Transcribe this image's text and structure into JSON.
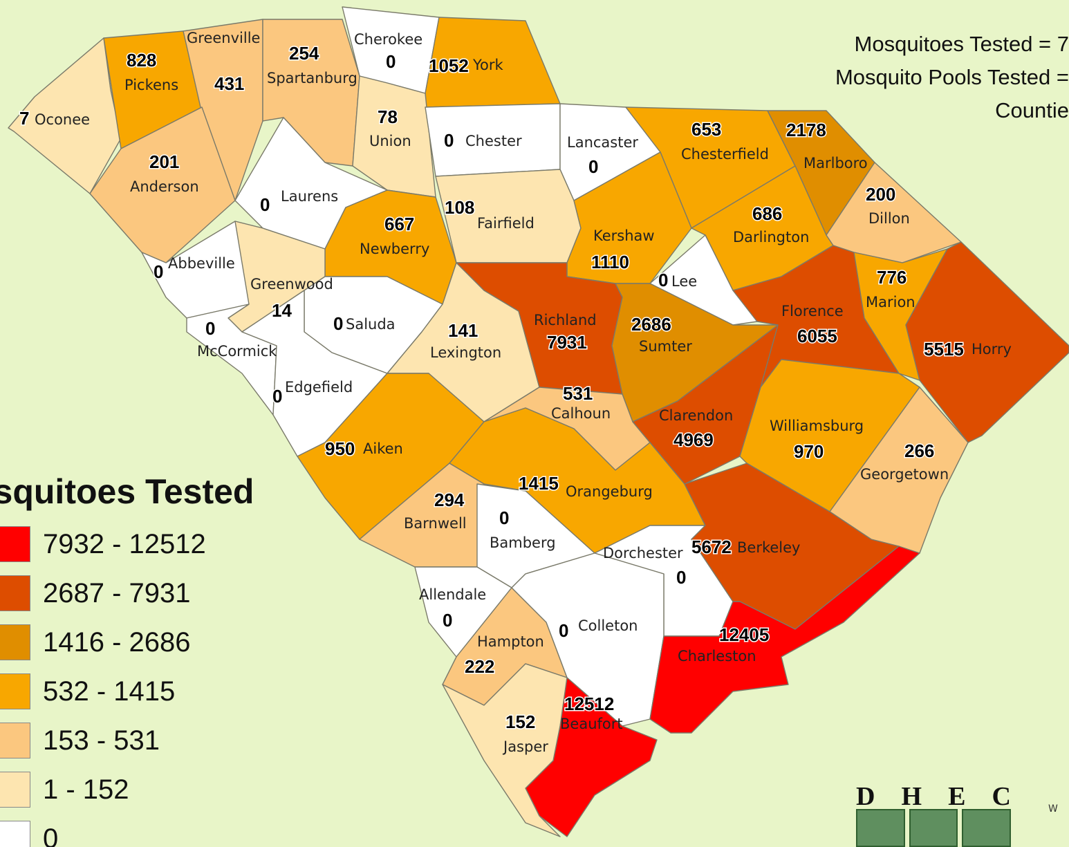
{
  "map": {
    "background_color": "#e8f5c8",
    "stats": [
      "Mosquitoes Tested = 7",
      "Mosquito Pools Tested =",
      "Countie"
    ],
    "counties": [
      {
        "id": "oconee",
        "name": "Oconee",
        "value": "7",
        "fill": "#fde5b0"
      },
      {
        "id": "pickens",
        "name": "Pickens",
        "value": "828",
        "fill": "#f8a700"
      },
      {
        "id": "greenville",
        "name": "Greenville",
        "value": "431",
        "fill": "#fbc77f"
      },
      {
        "id": "spartanburg",
        "name": "Spartanburg",
        "value": "254",
        "fill": "#fbc77f"
      },
      {
        "id": "cherokee",
        "name": "Cherokee",
        "value": "0",
        "fill": "#ffffff"
      },
      {
        "id": "york",
        "name": "York",
        "value": "1052",
        "fill": "#f8a700"
      },
      {
        "id": "union",
        "name": "Union",
        "value": "78",
        "fill": "#fde5b0"
      },
      {
        "id": "chester",
        "name": "Chester",
        "value": "0",
        "fill": "#ffffff"
      },
      {
        "id": "lancaster",
        "name": "Lancaster",
        "value": "0",
        "fill": "#ffffff"
      },
      {
        "id": "chesterfield",
        "name": "Chesterfield",
        "value": "653",
        "fill": "#f8a700"
      },
      {
        "id": "marlboro",
        "name": "Marlboro",
        "value": "2178",
        "fill": "#e08e00"
      },
      {
        "id": "anderson",
        "name": "Anderson",
        "value": "201",
        "fill": "#fbc77f"
      },
      {
        "id": "laurens",
        "name": "Laurens",
        "value": "0",
        "fill": "#ffffff"
      },
      {
        "id": "newberry",
        "name": "Newberry",
        "value": "667",
        "fill": "#f8a700"
      },
      {
        "id": "fairfield",
        "name": "Fairfield",
        "value": "108",
        "fill": "#fde5b0"
      },
      {
        "id": "kershaw",
        "name": "Kershaw",
        "value": "1110",
        "fill": "#f8a700"
      },
      {
        "id": "darlington",
        "name": "Darlington",
        "value": "686",
        "fill": "#f8a700"
      },
      {
        "id": "dillon",
        "name": "Dillon",
        "value": "200",
        "fill": "#fbc77f"
      },
      {
        "id": "abbeville",
        "name": "Abbeville",
        "value": "0",
        "fill": "#ffffff"
      },
      {
        "id": "greenwood",
        "name": "Greenwood",
        "value": "14",
        "fill": "#fde5b0"
      },
      {
        "id": "mccormick",
        "name": "McCormick",
        "value": "0",
        "fill": "#ffffff"
      },
      {
        "id": "saluda",
        "name": "Saluda",
        "value": "0",
        "fill": "#ffffff"
      },
      {
        "id": "edgefield",
        "name": "Edgefield",
        "value": "0",
        "fill": "#ffffff"
      },
      {
        "id": "lexington",
        "name": "Lexington",
        "value": "141",
        "fill": "#fde5b0"
      },
      {
        "id": "richland",
        "name": "Richland",
        "value": "7931",
        "fill": "#dd4d00"
      },
      {
        "id": "lee",
        "name": "Lee",
        "value": "0",
        "fill": "#ffffff"
      },
      {
        "id": "sumter",
        "name": "Sumter",
        "value": "2686",
        "fill": "#e08e00"
      },
      {
        "id": "florence",
        "name": "Florence",
        "value": "6055",
        "fill": "#dd4d00"
      },
      {
        "id": "marion",
        "name": "Marion",
        "value": "776",
        "fill": "#f8a700"
      },
      {
        "id": "horry",
        "name": "Horry",
        "value": "5515",
        "fill": "#dd4d00"
      },
      {
        "id": "aiken",
        "name": "Aiken",
        "value": "950",
        "fill": "#f8a700"
      },
      {
        "id": "calhoun",
        "name": "Calhoun",
        "value": "531",
        "fill": "#fbc77f"
      },
      {
        "id": "clarendon",
        "name": "Clarendon",
        "value": "4969",
        "fill": "#dd4d00"
      },
      {
        "id": "williamsburg",
        "name": "Williamsburg",
        "value": "970",
        "fill": "#f8a700"
      },
      {
        "id": "georgetown",
        "name": "Georgetown",
        "value": "266",
        "fill": "#fbc77f"
      },
      {
        "id": "orangeburg",
        "name": "Orangeburg",
        "value": "1415",
        "fill": "#f8a700"
      },
      {
        "id": "barnwell",
        "name": "Barnwell",
        "value": "294",
        "fill": "#fbc77f"
      },
      {
        "id": "bamberg",
        "name": "Bamberg",
        "value": "0",
        "fill": "#ffffff"
      },
      {
        "id": "dorchester",
        "name": "Dorchester",
        "value": "0",
        "fill": "#ffffff"
      },
      {
        "id": "berkeley",
        "name": "Berkeley",
        "value": "5672",
        "fill": "#dd4d00"
      },
      {
        "id": "allendale",
        "name": "Allendale",
        "value": "0",
        "fill": "#ffffff"
      },
      {
        "id": "hampton",
        "name": "Hampton",
        "value": "222",
        "fill": "#fbc77f"
      },
      {
        "id": "colleton",
        "name": "Colleton",
        "value": "0",
        "fill": "#ffffff"
      },
      {
        "id": "charleston",
        "name": "Charleston",
        "value": "12405",
        "fill": "#ff0000"
      },
      {
        "id": "beaufort",
        "name": "Beaufort",
        "value": "12512",
        "fill": "#ff0000"
      },
      {
        "id": "jasper",
        "name": "Jasper",
        "value": "152",
        "fill": "#fde5b0"
      }
    ]
  },
  "legend": {
    "title": "osquitoes Tested",
    "items": [
      {
        "label": "7932 - 12512",
        "color": "#ff0000"
      },
      {
        "label": "2687 - 7931",
        "color": "#dd4d00"
      },
      {
        "label": "1416 - 2686",
        "color": "#e08e00"
      },
      {
        "label": "532 - 1415",
        "color": "#f8a700"
      },
      {
        "label": "153 - 531",
        "color": "#fbc77f"
      },
      {
        "label": "1 - 152",
        "color": "#fde5b0"
      },
      {
        "label": "0",
        "color": "#ffffff"
      }
    ]
  },
  "logo": {
    "letters": [
      "D",
      "H",
      "E",
      "C"
    ]
  },
  "compass": {
    "text": "W"
  }
}
